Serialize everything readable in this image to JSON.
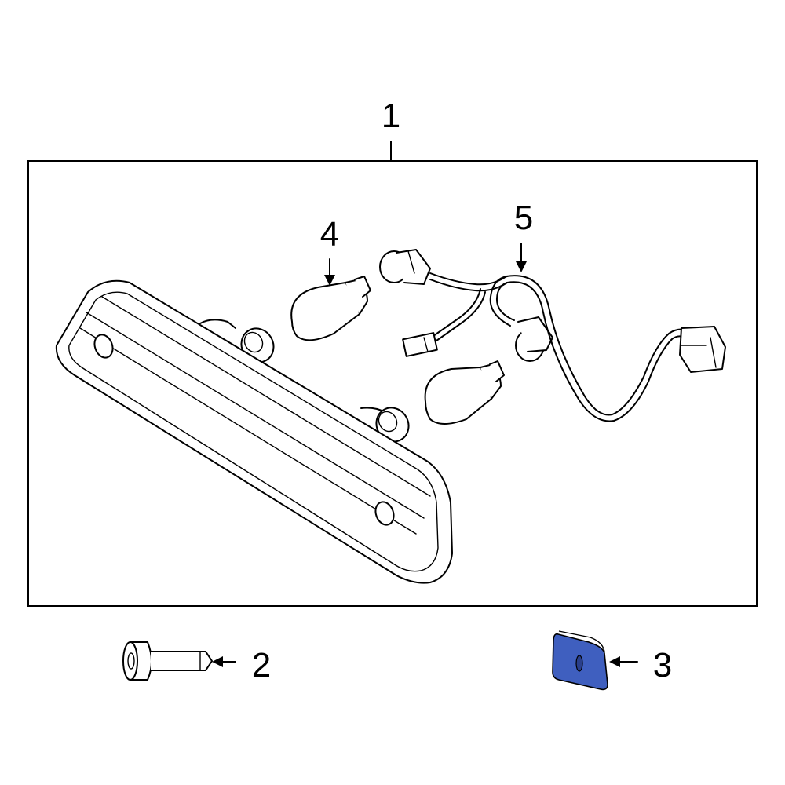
{
  "callouts": {
    "lamp_assembly": "1",
    "bolt": "2",
    "nut": "3",
    "bulb": "4",
    "wiring_harness": "5"
  },
  "colors": {
    "highlight": "#3f5fbf",
    "line": "#000000",
    "background": "#ffffff"
  }
}
